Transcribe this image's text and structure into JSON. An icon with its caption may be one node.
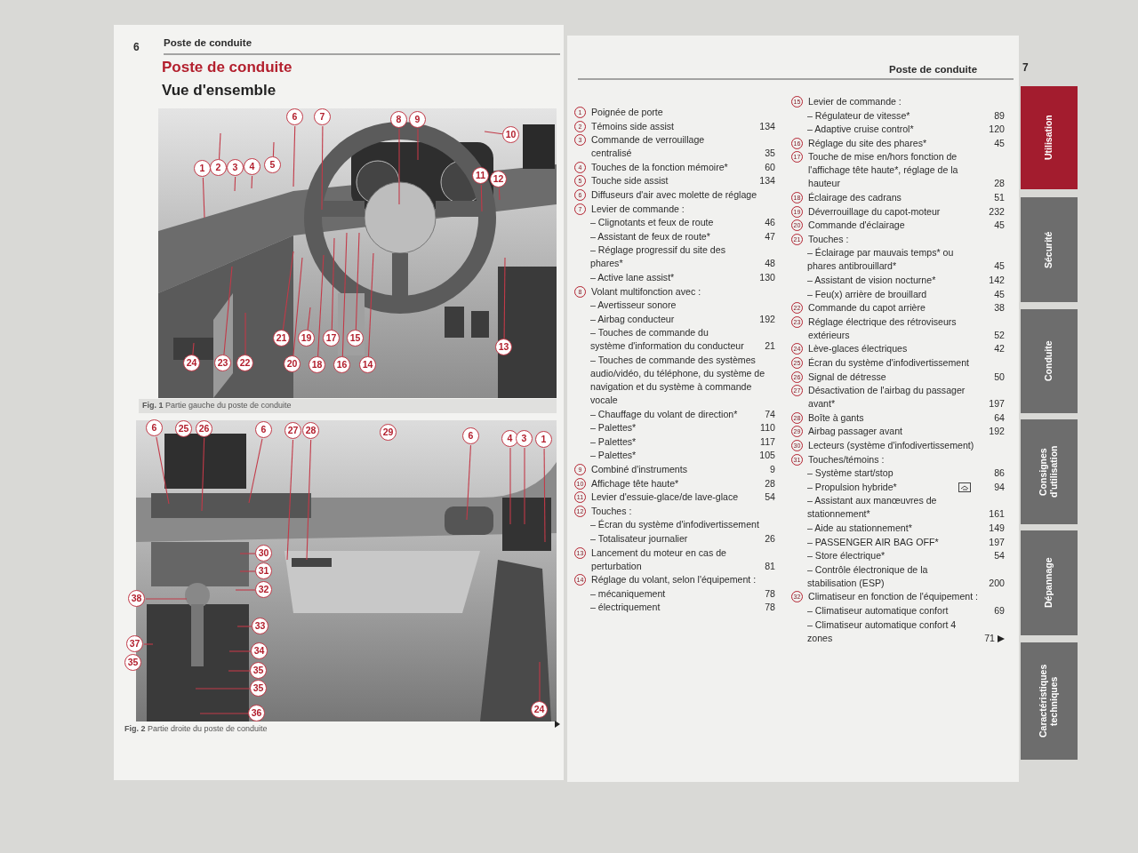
{
  "diagram": {
    "title": "Poste de conduite",
    "nodes": [
      {
        "text": [
          "1"
        ]
      },
      {
        "text": [
          "2"
        ]
      },
      {
        "text": [
          "3"
        ]
      },
      {
        "text": [
          "4"
        ]
      },
      {
        "text": [
          "5"
        ]
      },
      {
        "text": [
          "6"
        ]
      },
      {
        "text": [
          "7"
        ]
      },
      {
        "text": [
          "8"
        ]
      },
      {
        "text": [
          "9"
        ]
      },
      {
        "text": [
          "10"
        ]
      },
      {
        "text": [
          "11"
        ]
      },
      {
        "text": [
          "12"
        ]
      },
      {
        "text": [
          "13"
        ]
      },
      {
        "text": [
          "14"
        ]
      },
      {
        "text": [
          "15"
        ]
      },
      {
        "text": [
          "16"
        ]
      },
      {
        "text": [
          "17"
        ]
      },
      {
        "text": [
          "18"
        ]
      },
      {
        "text": [
          "19"
        ]
      },
      {
        "text": [
          "20"
        ]
      },
      {
        "text": [
          "21"
        ]
      },
      {
        "text": [
          "22"
        ]
      },
      {
        "text": [
          "23"
        ]
      },
      {
        "text": [
          "24"
        ]
      },
      {
        "text": [
          "6"
        ]
      },
      {
        "text": [
          "25"
        ]
      },
      {
        "text": [
          "26"
        ]
      },
      {
        "text": [
          "6"
        ]
      },
      {
        "text": [
          "27"
        ]
      },
      {
        "text": [
          "28"
        ]
      },
      {
        "text": [
          "29"
        ]
      },
      {
        "text": [
          "6"
        ]
      },
      {
        "text": [
          "4"
        ]
      },
      {
        "text": [
          "3"
        ]
      },
      {
        "text": [
          "1"
        ]
      },
      {
        "text": [
          "30"
        ]
      },
      {
        "text": [
          "31"
        ]
      },
      {
        "text": [
          "32"
        ]
      },
      {
        "text": [
          "38"
        ]
      },
      {
        "text": [
          "33"
        ]
      },
      {
        "text": [
          "37"
        ]
      },
      {
        "text": [
          "34"
        ]
      },
      {
        "text": [
          "35"
        ]
      },
      {
        "text": [
          "35"
        ]
      },
      {
        "text": [
          "35"
        ]
      },
      {
        "text": [
          "36"
        ]
      },
      {
        "text": [
          "24"
        ]
      },
      {
        "text": [
          "Utilisation"
        ]
      },
      {
        "text": [
          "Sécurité"
        ]
      },
      {
        "text": [
          "Conduite"
        ]
      },
      {
        "text": [
          "Consignes d'utilisation"
        ]
      },
      {
        "text": [
          "Dépannage"
        ]
      },
      {
        "text": [
          "Caractéristiques techniques"
        ]
      }
    ],
    "edges": [
      {
        "from": 0,
        "to": null,
        "arrow": "none"
      },
      {
        "from": 1,
        "to": null,
        "arrow": "none"
      },
      {
        "from": 2,
        "to": null,
        "arrow": "none"
      },
      {
        "from": 3,
        "to": null,
        "arrow": "none"
      },
      {
        "from": 4,
        "to": null,
        "arrow": "none"
      },
      {
        "from": 5,
        "to": null,
        "arrow": "none"
      },
      {
        "from": 6,
        "to": null,
        "arrow": "none"
      },
      {
        "from": 7,
        "to": null,
        "arrow": "none"
      },
      {
        "from": 8,
        "to": null,
        "arrow": "none"
      },
      {
        "from": 9,
        "to": null,
        "arrow": "none"
      },
      {
        "from": 10,
        "to": null,
        "arrow": "none"
      },
      {
        "from": 11,
        "to": null,
        "arrow": "none"
      },
      {
        "from": 12,
        "to": null,
        "arrow": "none"
      },
      {
        "from": 13,
        "to": null,
        "arrow": "none"
      },
      {
        "from": 14,
        "to": null,
        "arrow": "none"
      },
      {
        "from": 15,
        "to": null,
        "arrow": "none"
      },
      {
        "from": 16,
        "to": null,
        "arrow": "none"
      },
      {
        "from": 17,
        "to": null,
        "arrow": "none"
      },
      {
        "from": 18,
        "to": null,
        "arrow": "none"
      },
      {
        "from": 19,
        "to": null,
        "arrow": "none"
      },
      {
        "from": 20,
        "to": null,
        "arrow": "none"
      },
      {
        "from": 21,
        "to": null,
        "arrow": "none"
      },
      {
        "from": 22,
        "to": null,
        "arrow": "none"
      },
      {
        "from": 23,
        "to": null,
        "arrow": "none"
      },
      {
        "from": 24,
        "to": null,
        "arrow": "none"
      },
      {
        "from": 26,
        "to": null,
        "arrow": "none"
      },
      {
        "from": 27,
        "to": null,
        "arrow": "none"
      },
      {
        "from": 28,
        "to": null,
        "arrow": "none"
      },
      {
        "from": 29,
        "to": null,
        "arrow": "none"
      },
      {
        "from": 31,
        "to": null,
        "arrow": "none"
      },
      {
        "from": 32,
        "to": null,
        "arrow": "none"
      },
      {
        "from": 33,
        "to": null,
        "arrow": "none"
      },
      {
        "from": 34,
        "to": null,
        "arrow": "none"
      },
      {
        "from": 35,
        "to": null,
        "arrow": "none"
      },
      {
        "from": 36,
        "to": null,
        "arrow": "none"
      },
      {
        "from": 37,
        "to": null,
        "arrow": "none"
      },
      {
        "from": 38,
        "to": null,
        "arrow": "none"
      },
      {
        "from": 39,
        "to": null,
        "arrow": "none"
      },
      {
        "from": 40,
        "to": null,
        "arrow": "none"
      },
      {
        "from": 41,
        "to": null,
        "arrow": "none"
      },
      {
        "from": 43,
        "to": null,
        "arrow": "none"
      },
      {
        "from": 44,
        "to": null,
        "arrow": "none"
      },
      {
        "from": 45,
        "to": null,
        "arrow": "none"
      },
      {
        "from": 46,
        "to": null,
        "arrow": "none"
      }
    ],
    "labels": [
      "6",
      "Poste de conduite",
      "Vue d'ensemble",
      "**Fig. 1** Partie gauche du poste de conduite",
      "**Fig. 2** Partie droite du poste de conduite",
      "Poste de conduite",
      "7",
      "1",
      "Poignée de porte",
      "2",
      "Témoins side assist",
      "134",
      "3",
      "Commande de verrouillage centralisé",
      "35",
      "4",
      "Touches de la fonction mémoire*",
      "60",
      "5",
      "Touche side assist",
      "134",
      "6",
      "Diffuseurs d'air avec molette de réglage",
      "7",
      "Levier de commande :",
      "– Clignotants et feux de route",
      "46",
      "– Assistant de feux de route*",
      "47",
      "– Réglage progressif du site des phares*",
      "48",
      "– Active lane assist*",
      "130",
      "8",
      "Volant multifonction avec :",
      "– Avertisseur sonore",
      "– Airbag conducteur",
      "192",
      "– Touches de commande du système d'information du conducteur",
      "21",
      "– Touches de commande des systèmes audio/vidéo, du téléphone, du système de navigation et du système à commande vocale",
      "– Chauffage du volant de direction*",
      "74",
      "– Palettes*",
      "110",
      "– Palettes*",
      "117",
      "– Palettes*",
      "105",
      "9",
      "Combiné d'instruments",
      "9",
      "10",
      "Affichage tête haute*",
      "28",
      "11",
      "Levier d'essuie-glace/de lave-glace",
      "54",
      "12",
      "Touches :",
      "– Écran du système d'infodivertissement",
      "– Totalisateur journalier",
      "26",
      "13",
      "Lancement du moteur en cas de perturbation",
      "81",
      "14",
      "Réglage du volant, selon l'équipement :",
      "– mécaniquement",
      "78",
      "– électriquement",
      "78",
      "15",
      "Levier de commande :",
      "– Régulateur de vitesse*",
      "89",
      "– Adaptive cruise control*",
      "120",
      "16",
      "Réglage du site des phares*",
      "45",
      "17",
      "Touche de mise en/hors fonction de l'affichage tête haute*, réglage de la hauteur",
      "28",
      "18",
      "Éclairage des cadrans",
      "51",
      "19",
      "Déverrouillage du capot-moteur",
      "232",
      "20",
      "Commande d'éclairage",
      "45",
      "21",
      "Touches :",
      "– Éclairage par mauvais temps* ou phares antibrouillard*",
      "45",
      "– Assistant de vision nocturne*",
      "142",
      "– Feu(x) arrière de brouillard",
      "45",
      "22",
      "Commande du capot arrière",
      "38",
      "23",
      "Réglage électrique des rétroviseurs extérieurs",
      "52",
      "24",
      "Lève-glaces électriques",
      "42",
      "25",
      "Écran du système d'infodivertissement",
      "26",
      "Signal de détresse",
      "50",
      "27",
      "Désactivation de l'airbag du passager avant*",
      "197",
      "28",
      "Boîte à gants",
      "64",
      "29",
      "Airbag passager avant",
      "192",
      "30",
      "Lecteurs (système d'infodivertissement)",
      "31",
      "Touches/témoins :",
      "– Système start/stop",
      "86",
      "– Propulsion hybride*",
      "94",
      "– Assistant aux manœuvres de stationnement*",
      "161",
      "– Aide au stationnement*",
      "149",
      "– PASSENGER AIR BAG OFF*",
      "197",
      "– Store électrique*",
      "54",
      "– Contrôle électronique de la stabilisation (ESP)",
      "200",
      "32",
      "Climatiseur en fonction de l'équipement :",
      "– Climatiseur automatique confort",
      "69",
      "– Climatiseur automatique confort 4 zones",
      "71"
    ]
  }
}
